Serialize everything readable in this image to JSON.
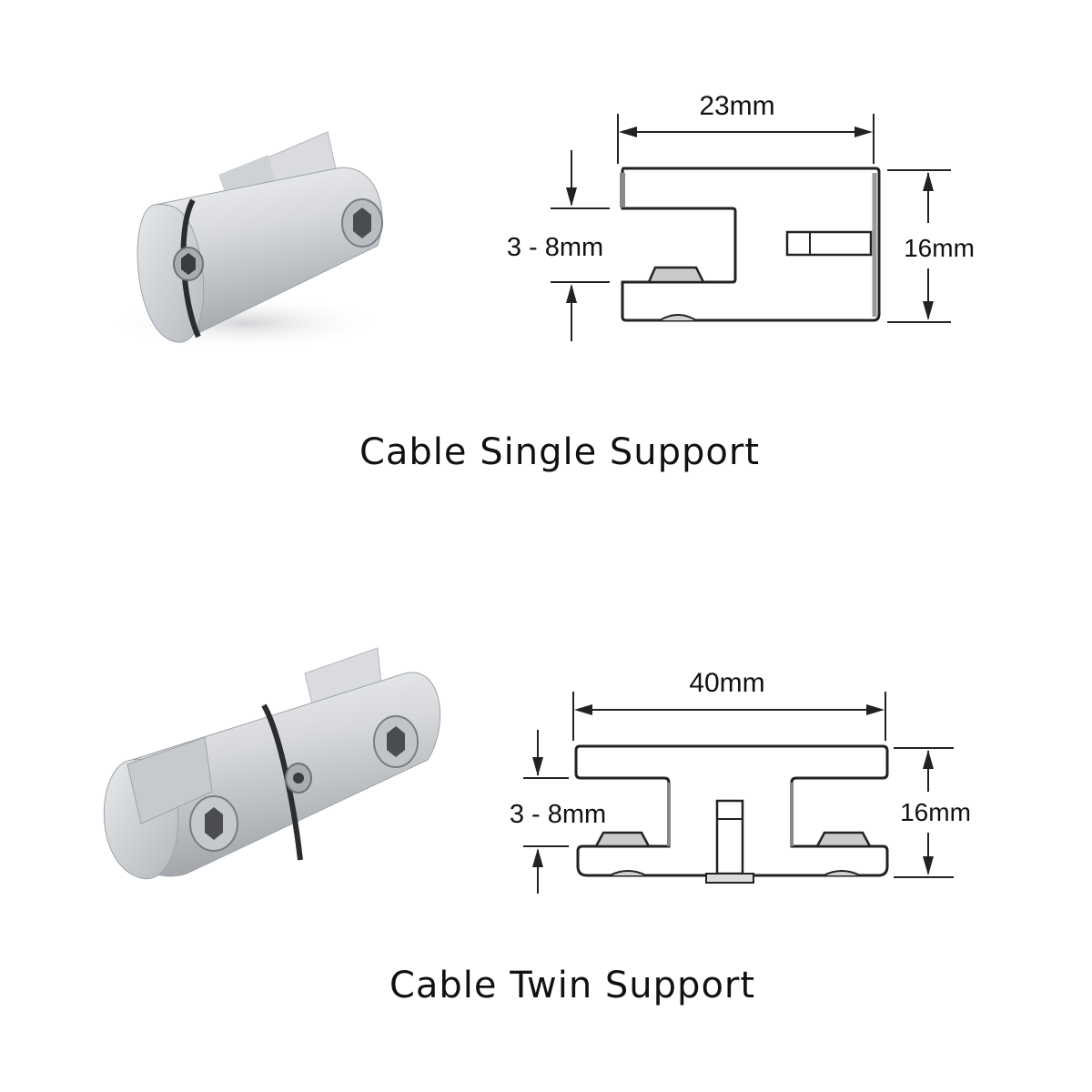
{
  "single": {
    "title": "Cable Single Support",
    "width_label": "23mm",
    "gap_label": "3 - 8mm",
    "height_label": "16mm"
  },
  "twin": {
    "title": "Cable Twin Support",
    "width_label": "40mm",
    "gap_label": "3 - 8mm",
    "height_label": "16mm"
  },
  "colors": {
    "metal_light": "#e4e6e8",
    "metal_mid": "#c2c5c9",
    "metal_dark": "#8d9196",
    "line": "#222222"
  }
}
